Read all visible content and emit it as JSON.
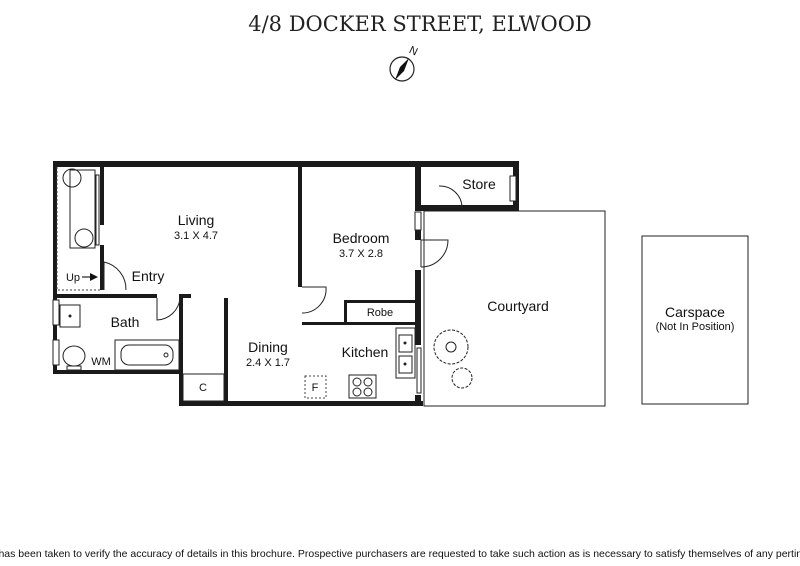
{
  "title": "4/8 DOCKER STREET, ELWOOD",
  "compass": {
    "label": "N",
    "icon": "north-arrow-icon"
  },
  "rooms": {
    "living": {
      "name": "Living",
      "dims": "3.1 X 4.7"
    },
    "bedroom": {
      "name": "Bedroom",
      "dims": "3.7 X 2.8"
    },
    "dining": {
      "name": "Dining",
      "dims": "2.4 X 1.7"
    },
    "kitchen": {
      "name": "Kitchen"
    },
    "bath": {
      "name": "Bath"
    },
    "entry": {
      "name": "Entry"
    },
    "store": {
      "name": "Store"
    },
    "robe": {
      "name": "Robe"
    },
    "courtyard": {
      "name": "Courtyard"
    },
    "carspace": {
      "name": "Carspace",
      "note": "(Not In Position)"
    }
  },
  "labels": {
    "up": "Up",
    "wm": "WM",
    "cupboard": "C",
    "fridge": "F"
  },
  "disclaimer": "Every care has been taken to verify the accuracy of details in this brochure. Prospective purchasers are requested to take such action as is necessary to satisfy themselves of any pertinent matters"
}
